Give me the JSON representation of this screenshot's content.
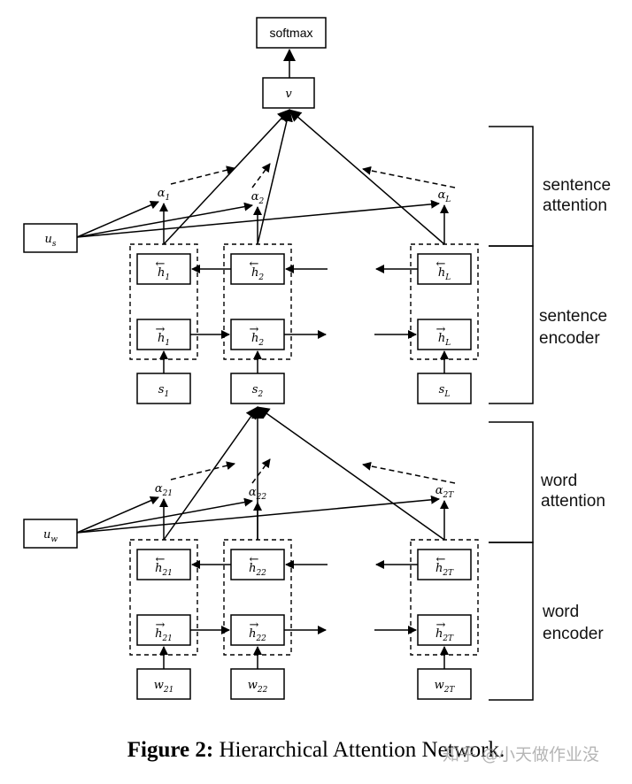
{
  "figure": {
    "caption_prefix": "Figure 2:",
    "caption_text": " Hierarchical Attention Network.",
    "watermark": "知乎 @小天做作业没"
  },
  "top": {
    "softmax": "softmax",
    "v": "v"
  },
  "sentence_level": {
    "context_vector": {
      "base": "u",
      "sub": "s"
    },
    "alphas": [
      {
        "base": "α",
        "sub": "1"
      },
      {
        "base": "α",
        "sub": "2"
      },
      {
        "base": "α",
        "sub": "L"
      }
    ],
    "backward_states": [
      {
        "base": "h",
        "sub": "1",
        "arrow": "←"
      },
      {
        "base": "h",
        "sub": "2",
        "arrow": "←"
      },
      {
        "base": "h",
        "sub": "L",
        "arrow": "←"
      }
    ],
    "forward_states": [
      {
        "base": "h",
        "sub": "1",
        "arrow": "→"
      },
      {
        "base": "h",
        "sub": "2",
        "arrow": "→"
      },
      {
        "base": "h",
        "sub": "L",
        "arrow": "→"
      }
    ],
    "inputs": [
      {
        "base": "s",
        "sub": "1"
      },
      {
        "base": "s",
        "sub": "2"
      },
      {
        "base": "s",
        "sub": "L"
      }
    ]
  },
  "word_level": {
    "context_vector": {
      "base": "u",
      "sub": "w"
    },
    "alphas": [
      {
        "base": "α",
        "sub": "21"
      },
      {
        "base": "α",
        "sub": "22"
      },
      {
        "base": "α",
        "sub": "2T"
      }
    ],
    "backward_states": [
      {
        "base": "h",
        "sub": "21",
        "arrow": "←"
      },
      {
        "base": "h",
        "sub": "22",
        "arrow": "←"
      },
      {
        "base": "h",
        "sub": "2T",
        "arrow": "←"
      }
    ],
    "forward_states": [
      {
        "base": "h",
        "sub": "21",
        "arrow": "→"
      },
      {
        "base": "h",
        "sub": "22",
        "arrow": "→"
      },
      {
        "base": "h",
        "sub": "2T",
        "arrow": "→"
      }
    ],
    "inputs": [
      {
        "base": "w",
        "sub": "21"
      },
      {
        "base": "w",
        "sub": "22"
      },
      {
        "base": "w",
        "sub": "2T"
      }
    ]
  },
  "brackets": {
    "sentence_attention": [
      "sentence",
      "attention"
    ],
    "sentence_encoder": [
      "sentence",
      "encoder"
    ],
    "word_attention": [
      "word",
      "attention"
    ],
    "word_encoder": [
      "word",
      "encoder"
    ]
  }
}
